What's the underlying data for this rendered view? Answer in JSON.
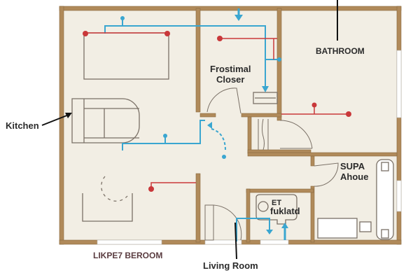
{
  "diagram": {
    "type": "floor-plan",
    "colors": {
      "wall": "#b08a5a",
      "wall_edge": "#8a6a40",
      "floor": "#f2eee4",
      "water_pipe": "#3aa6d0",
      "hot_line": "#c9383a",
      "fixture_outline": "#7a7066",
      "window": "#ffffff",
      "label_text": "#2b2b2b",
      "leader_line": "#111111"
    },
    "labels": {
      "kitchen": "Kitchen",
      "closet_line1": "Frostimal",
      "closet_line2": "Closer",
      "bathroom": "BATHROOM",
      "supa_line1": "SUPA",
      "supa_line2": "Ahoue",
      "et": "ET",
      "fuklatd": "fuklatd",
      "bedroom": "LIKPE7 BEROOM",
      "living_room": "Living Room"
    },
    "rooms": [
      {
        "name": "Kitchen / LIKPE7 BEROOM",
        "region": "left large room"
      },
      {
        "name": "Frostimal Closer",
        "region": "center-top closet"
      },
      {
        "name": "BATHROOM",
        "region": "right-top room"
      },
      {
        "name": "SUPA Ahoue",
        "region": "right-bottom room"
      },
      {
        "name": "ET fuklatd",
        "region": "center-bottom small room"
      },
      {
        "name": "Living Room",
        "region": "center-bottom hall"
      }
    ]
  }
}
